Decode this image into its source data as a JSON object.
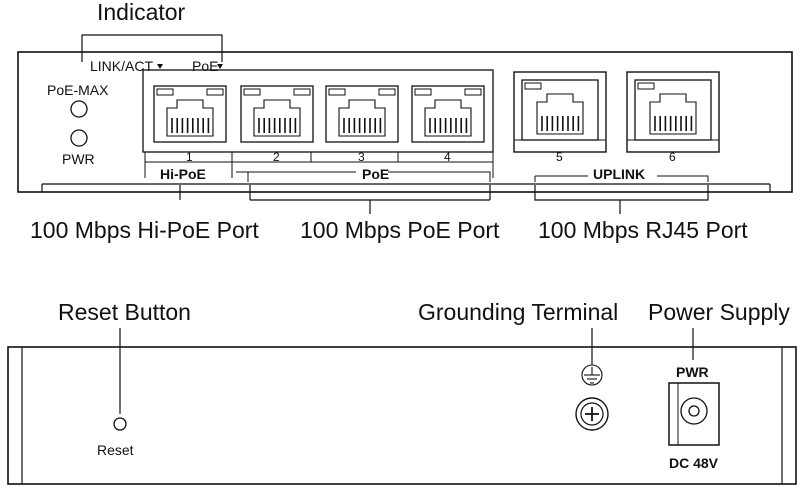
{
  "front": {
    "indicator_title": "Indicator",
    "link_act_label": "LINK/ACT",
    "poe_led_label": "PoE",
    "poe_max_label": "PoE-MAX",
    "pwr_label": "PWR",
    "ports": [
      {
        "number": "1",
        "group": "hi-poe"
      },
      {
        "number": "2",
        "group": "poe"
      },
      {
        "number": "3",
        "group": "poe"
      },
      {
        "number": "4",
        "group": "poe"
      },
      {
        "number": "5",
        "group": "uplink"
      },
      {
        "number": "6",
        "group": "uplink"
      }
    ],
    "group_labels": {
      "hi_poe": "Hi-PoE",
      "poe": "PoE",
      "uplink": "UPLINK"
    },
    "callouts": {
      "hi_poe_port": "100 Mbps Hi-PoE Port",
      "poe_port": "100 Mbps PoE Port",
      "rj45_port": "100 Mbps RJ45 Port"
    }
  },
  "rear": {
    "callouts": {
      "reset_button": "Reset Button",
      "grounding_terminal": "Grounding Terminal",
      "power_supply": "Power Supply"
    },
    "reset_label": "Reset",
    "pwr_label": "PWR",
    "dc_label": "DC 48V"
  }
}
